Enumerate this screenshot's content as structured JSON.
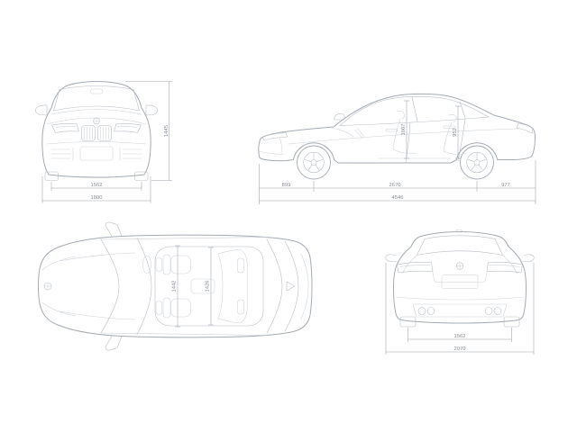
{
  "diagram": {
    "type": "vehicle-dimension-blueprint",
    "colors": {
      "background": "#ffffff",
      "body_line": "#a4abb4",
      "detail_line": "#b7bdc6",
      "dimension_line": "#9aa1aa",
      "dimension_text": "#858c95"
    },
    "front_view": {
      "track_width": "1562",
      "overall_width": "1800",
      "height": "1445"
    },
    "side_view": {
      "front_overhang": "899",
      "wheelbase": "2670",
      "rear_overhang": "977",
      "overall_length": "4546",
      "interior_front": "1007",
      "interior_rear": "952"
    },
    "top_view": {
      "shoulder_front": "1442",
      "shoulder_rear": "1426"
    },
    "rear_view": {
      "track_width": "1562",
      "width_with_mirrors": "2070"
    }
  }
}
